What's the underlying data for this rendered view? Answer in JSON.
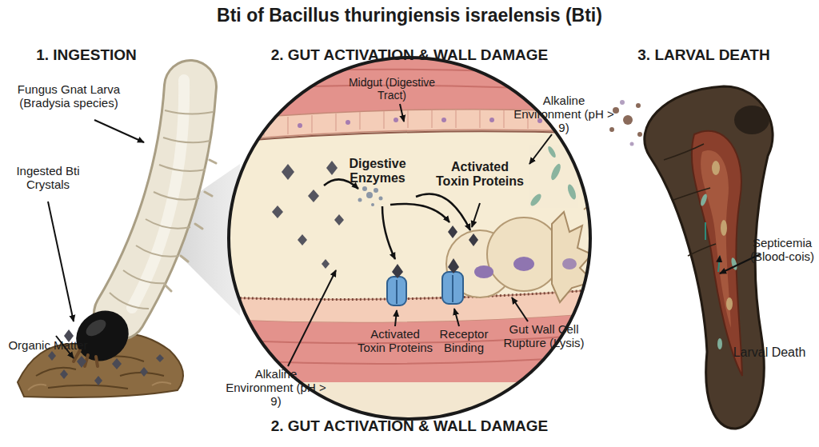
{
  "diagram": {
    "title": "Bti of Bacillus thuringiensis israelensis (Bti)",
    "labels": [
      "1. INGESTION",
      "2. GUT ACTIVATION & WALL DAMAGE",
      "3. LARVAL DEATH",
      "Fungus Gnat Larva (Bradysia species)",
      "Midgut (Digestive Tract)",
      "Alkaline Environment (pH > 9)",
      "Digestive Enzymes",
      "Activated Toxin Proteins",
      "Ingested Bti Crystals",
      "Septicemia (Blood-cois)",
      "Organic Matter",
      "Alkaline Environment (pH > 9)",
      "Activated Toxin Proteins",
      "Receptor Binding",
      "Gut Wall Cell Rupture (Lysis)",
      "Larval Death",
      "2. GUT ACTIVATION & WALL DAMAGE"
    ]
  }
}
